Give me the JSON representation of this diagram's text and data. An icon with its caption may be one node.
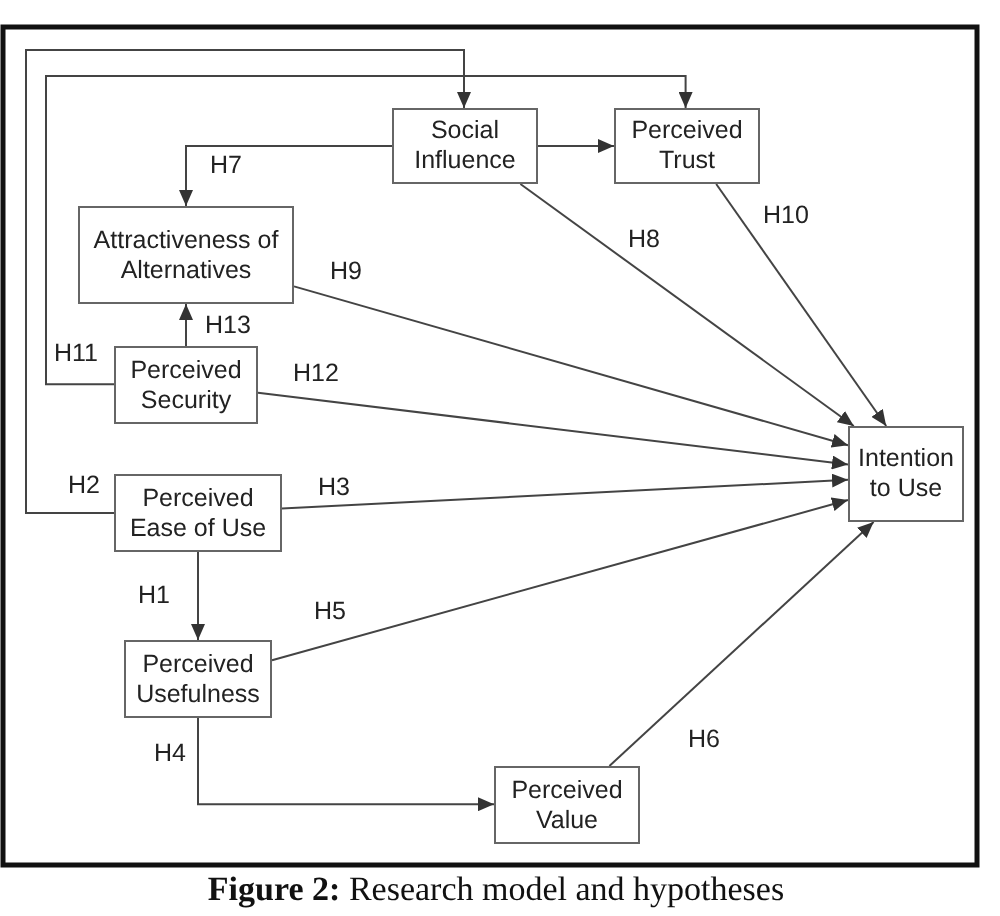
{
  "diagram": {
    "caption": "**Figure 2:** Research model and hypotheses",
    "nodes": [
      {
        "text": [
          "Social Influence"
        ]
      },
      {
        "text": [
          "Perceived Trust"
        ]
      },
      {
        "text": [
          "Attractiveness of Alternatives"
        ]
      },
      {
        "text": [
          "Perceived Security"
        ]
      },
      {
        "text": [
          "Intention to Use"
        ]
      },
      {
        "text": [
          "Perceived Ease of Use"
        ]
      },
      {
        "text": [
          "Perceived Usefulness"
        ]
      },
      {
        "text": [
          "Perceived Value"
        ]
      }
    ],
    "edges": [
      {
        "from": 5,
        "to": 6,
        "arrow": "to",
        "label": "H1"
      },
      {
        "from": 5,
        "to": 0,
        "arrow": "to",
        "label": "H2"
      },
      {
        "from": 5,
        "to": 4,
        "arrow": "to",
        "label": "H3"
      },
      {
        "from": 6,
        "to": 7,
        "arrow": "to",
        "label": "H4"
      },
      {
        "from": 6,
        "to": 4,
        "arrow": "to",
        "label": "H5"
      },
      {
        "from": 7,
        "to": 4,
        "arrow": "to",
        "label": "H6"
      },
      {
        "from": 0,
        "to": 2,
        "arrow": "to",
        "label": "H7"
      },
      {
        "from": 0,
        "to": 4,
        "arrow": "to",
        "label": "H8"
      },
      {
        "from": 2,
        "to": 4,
        "arrow": "to",
        "label": "H9"
      },
      {
        "from": 1,
        "to": 4,
        "arrow": "to",
        "label": "H10"
      },
      {
        "from": 3,
        "to": 1,
        "arrow": "to",
        "label": "H11"
      },
      {
        "from": 3,
        "to": 4,
        "arrow": "to",
        "label": "H12"
      },
      {
        "from": 3,
        "to": 2,
        "arrow": "to",
        "label": "H13"
      },
      {
        "from": 0,
        "to": 1,
        "arrow": "to"
      }
    ]
  }
}
